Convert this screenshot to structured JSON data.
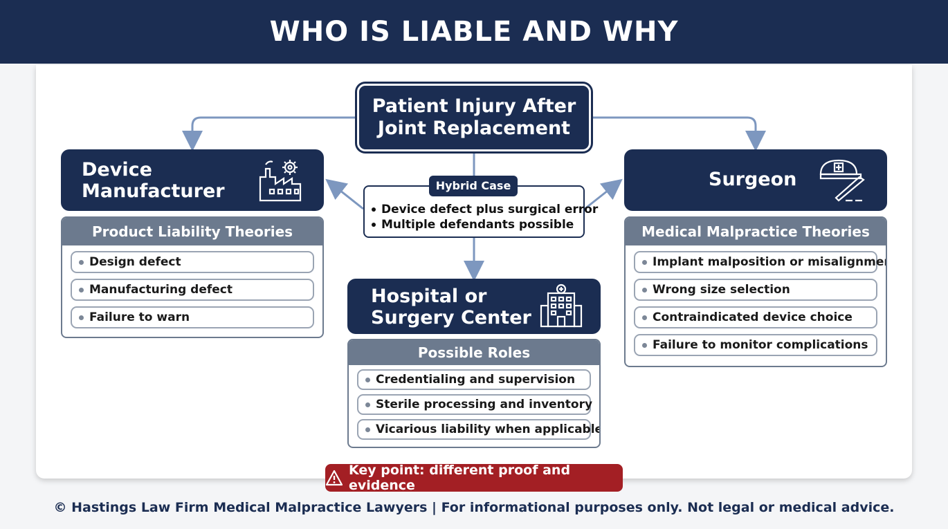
{
  "header": {
    "title": "WHO IS LIABLE AND WHY"
  },
  "center": {
    "title": "Patient Injury After Joint Replacement"
  },
  "hybrid": {
    "tag": "Hybrid Case",
    "items": [
      "Device defect plus surgical error",
      "Multiple defendants possible"
    ]
  },
  "manufacturer": {
    "title_line1": "Device",
    "title_line2": "Manufacturer",
    "icon": "factory-gear-icon",
    "section_title": "Product Liability Theories",
    "items": [
      "Design defect",
      "Manufacturing defect",
      "Failure to warn"
    ]
  },
  "surgeon": {
    "title": "Surgeon",
    "icon": "surgical-cap-scalpel-icon",
    "section_title": "Medical Malpractice Theories",
    "items": [
      "Implant malposition or misalignment",
      "Wrong size selection",
      "Contraindicated device choice",
      "Failure to monitor complications"
    ]
  },
  "hospital": {
    "title_line1": "Hospital or",
    "title_line2": "Surgery Center",
    "icon": "hospital-building-icon",
    "section_title": "Possible Roles",
    "items": [
      "Credentialing and supervision",
      "Sterile processing and inventory",
      "Vicarious liability when applicable"
    ]
  },
  "key_point": {
    "text": "Key point: different proof and evidence",
    "icon": "warning-triangle-icon"
  },
  "footer": {
    "text": "© Hastings Law Firm Medical Malpractice Lawyers | For informational purposes only. Not legal or medical advice."
  },
  "colors": {
    "navy": "#1b2d52",
    "slate": "#6c7a8e",
    "arrow": "#7d97bf",
    "alert": "#a31f24"
  }
}
